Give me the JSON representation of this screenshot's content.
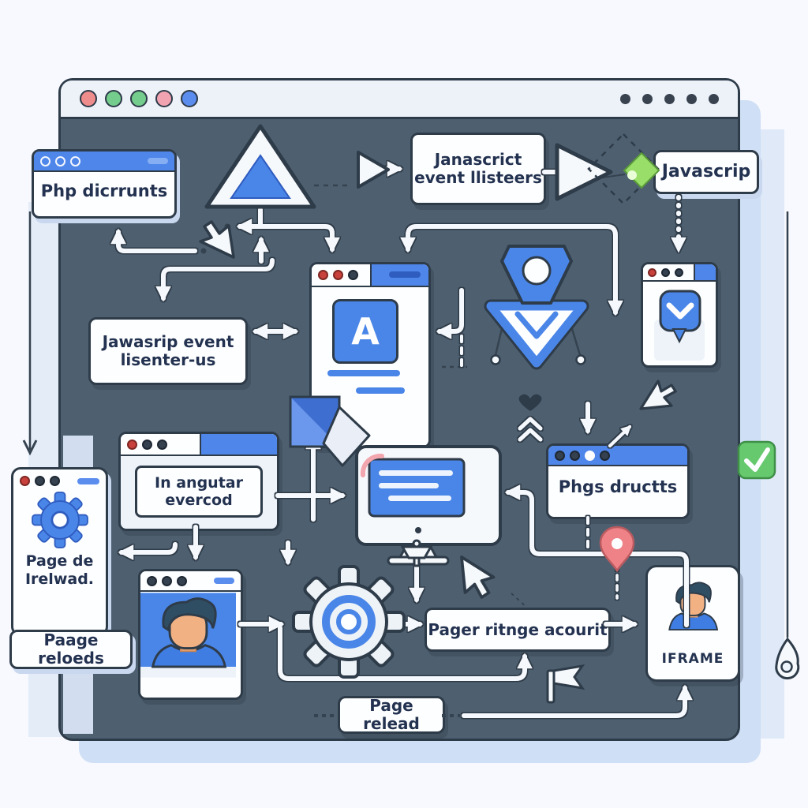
{
  "page": {
    "background": "#f7f9fe"
  },
  "browser": {
    "frame_color": "#2e3b49",
    "canvas_color": "#4e6070",
    "chrome_color": "#edf2f9",
    "traffic_dot_colors": [
      "#ef8c8c",
      "#74cd8c",
      "#74cd8c",
      "#f2a3b2",
      "#5b8def"
    ],
    "right_dot_color": "#39434f",
    "right_dot_count": 5
  },
  "nodes": {
    "php": {
      "title": "Php dicrrunts"
    },
    "janascrict": {
      "line1": "Janascrict",
      "line2": "event llisteers"
    },
    "javascrip": {
      "title": "Javascrip"
    },
    "jawasrip": {
      "line1": "Jawasrip event",
      "line2": "lisenter-us"
    },
    "in_angutar": {
      "line1": "In angutar",
      "line2": "evercod"
    },
    "phgs": {
      "title": "Phgs dructts"
    },
    "page_de": {
      "line1": "Page de",
      "line2": "Irelwad."
    },
    "paage": {
      "title": "Paage reloeds"
    },
    "pager": {
      "title": "Pager ritnge acourit"
    },
    "page_relead": {
      "title": "Page relead"
    },
    "iframe": {
      "title": "IFRAME"
    },
    "a_app": {
      "letter": "A"
    }
  },
  "icons": [
    "alert-triangle-icon",
    "play-icon",
    "cursor-icon",
    "paper-plane-icon",
    "rocket-user-icon",
    "chat-bubble-icon",
    "app-a-icon",
    "monitor-icon",
    "gear-icon",
    "avatar-icon",
    "location-pin-icon",
    "check-icon",
    "flag-icon",
    "pushpin-icon",
    "hook-icon",
    "diamond-icon",
    "heart-icon"
  ],
  "colors": {
    "accent_blue": "#4a86e8",
    "titlebar_blue": "#4f86ea",
    "text": "#233250",
    "arrow_white": "#f5f8fc",
    "outline": "#2e3b49",
    "green_check": "#66c96e",
    "lime_diamond": "#9ade6a",
    "pin_red": "#ef8287",
    "pink_accent": "#f2a6ad"
  }
}
